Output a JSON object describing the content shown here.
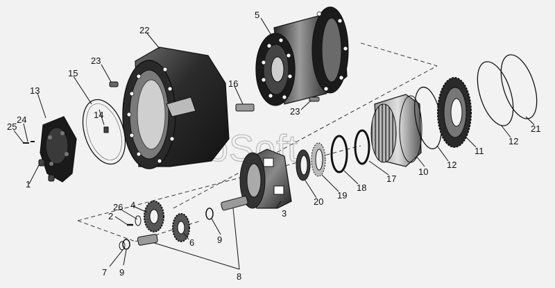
{
  "watermark": "AutoSoft",
  "callouts": [
    {
      "id": "c1",
      "text": "1"
    },
    {
      "id": "c2",
      "text": "2"
    },
    {
      "id": "c3",
      "text": "3"
    },
    {
      "id": "c4",
      "text": "4"
    },
    {
      "id": "c5",
      "text": "5"
    },
    {
      "id": "c6",
      "text": "6"
    },
    {
      "id": "c7",
      "text": "7"
    },
    {
      "id": "c8",
      "text": "8"
    },
    {
      "id": "c9a",
      "text": "9"
    },
    {
      "id": "c9b",
      "text": "9"
    },
    {
      "id": "c10",
      "text": "10"
    },
    {
      "id": "c11",
      "text": "11"
    },
    {
      "id": "c12a",
      "text": "12"
    },
    {
      "id": "c12b",
      "text": "12"
    },
    {
      "id": "c13",
      "text": "13"
    },
    {
      "id": "c14",
      "text": "14"
    },
    {
      "id": "c15",
      "text": "15"
    },
    {
      "id": "c16",
      "text": "16"
    },
    {
      "id": "c17",
      "text": "17"
    },
    {
      "id": "c18",
      "text": "18"
    },
    {
      "id": "c19",
      "text": "19"
    },
    {
      "id": "c20",
      "text": "20"
    },
    {
      "id": "c21",
      "text": "21"
    },
    {
      "id": "c22",
      "text": "22"
    },
    {
      "id": "c23a",
      "text": "23"
    },
    {
      "id": "c23b",
      "text": "23"
    },
    {
      "id": "c24",
      "text": "24"
    },
    {
      "id": "c25",
      "text": "25"
    },
    {
      "id": "c26",
      "text": "26"
    }
  ]
}
